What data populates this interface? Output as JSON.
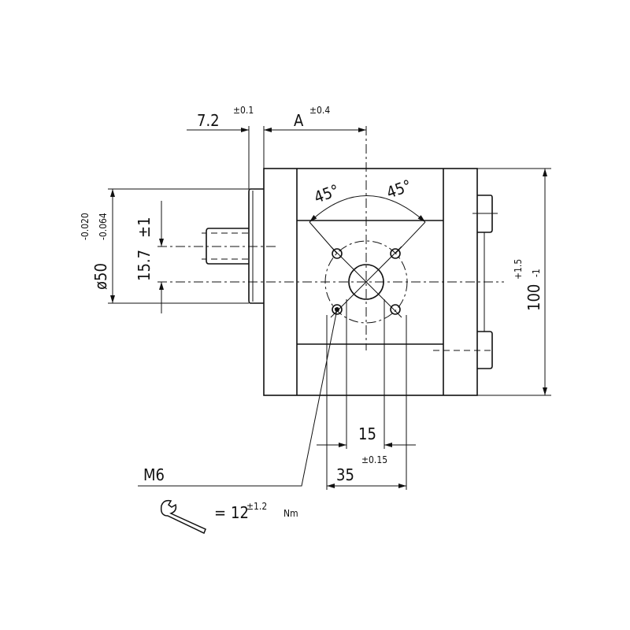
{
  "dimensions": {
    "flange_offset": {
      "value": "7.2",
      "tolerance": "±0.1"
    },
    "length_a": {
      "value": "A",
      "tolerance": "±0.4"
    },
    "shaft_diameter": {
      "value": "ø50",
      "tol_upper": "-0.020",
      "tol_lower": "-0.064"
    },
    "shaft_offset": {
      "value": "15.7",
      "tolerance": "±1"
    },
    "height": {
      "value": "100",
      "tol_upper": "+1.5",
      "tol_lower": "-1"
    },
    "angle_left": "45°",
    "angle_right": "45°",
    "port_width": {
      "value": "15",
      "tolerance": "±0.15"
    },
    "port_spacing": {
      "value": "35"
    }
  },
  "thread": "M6",
  "torque": {
    "prefix": "=",
    "value": "12",
    "tolerance": "±1.2",
    "unit": "Nm"
  },
  "icons": {
    "torque": "wrench-icon"
  }
}
